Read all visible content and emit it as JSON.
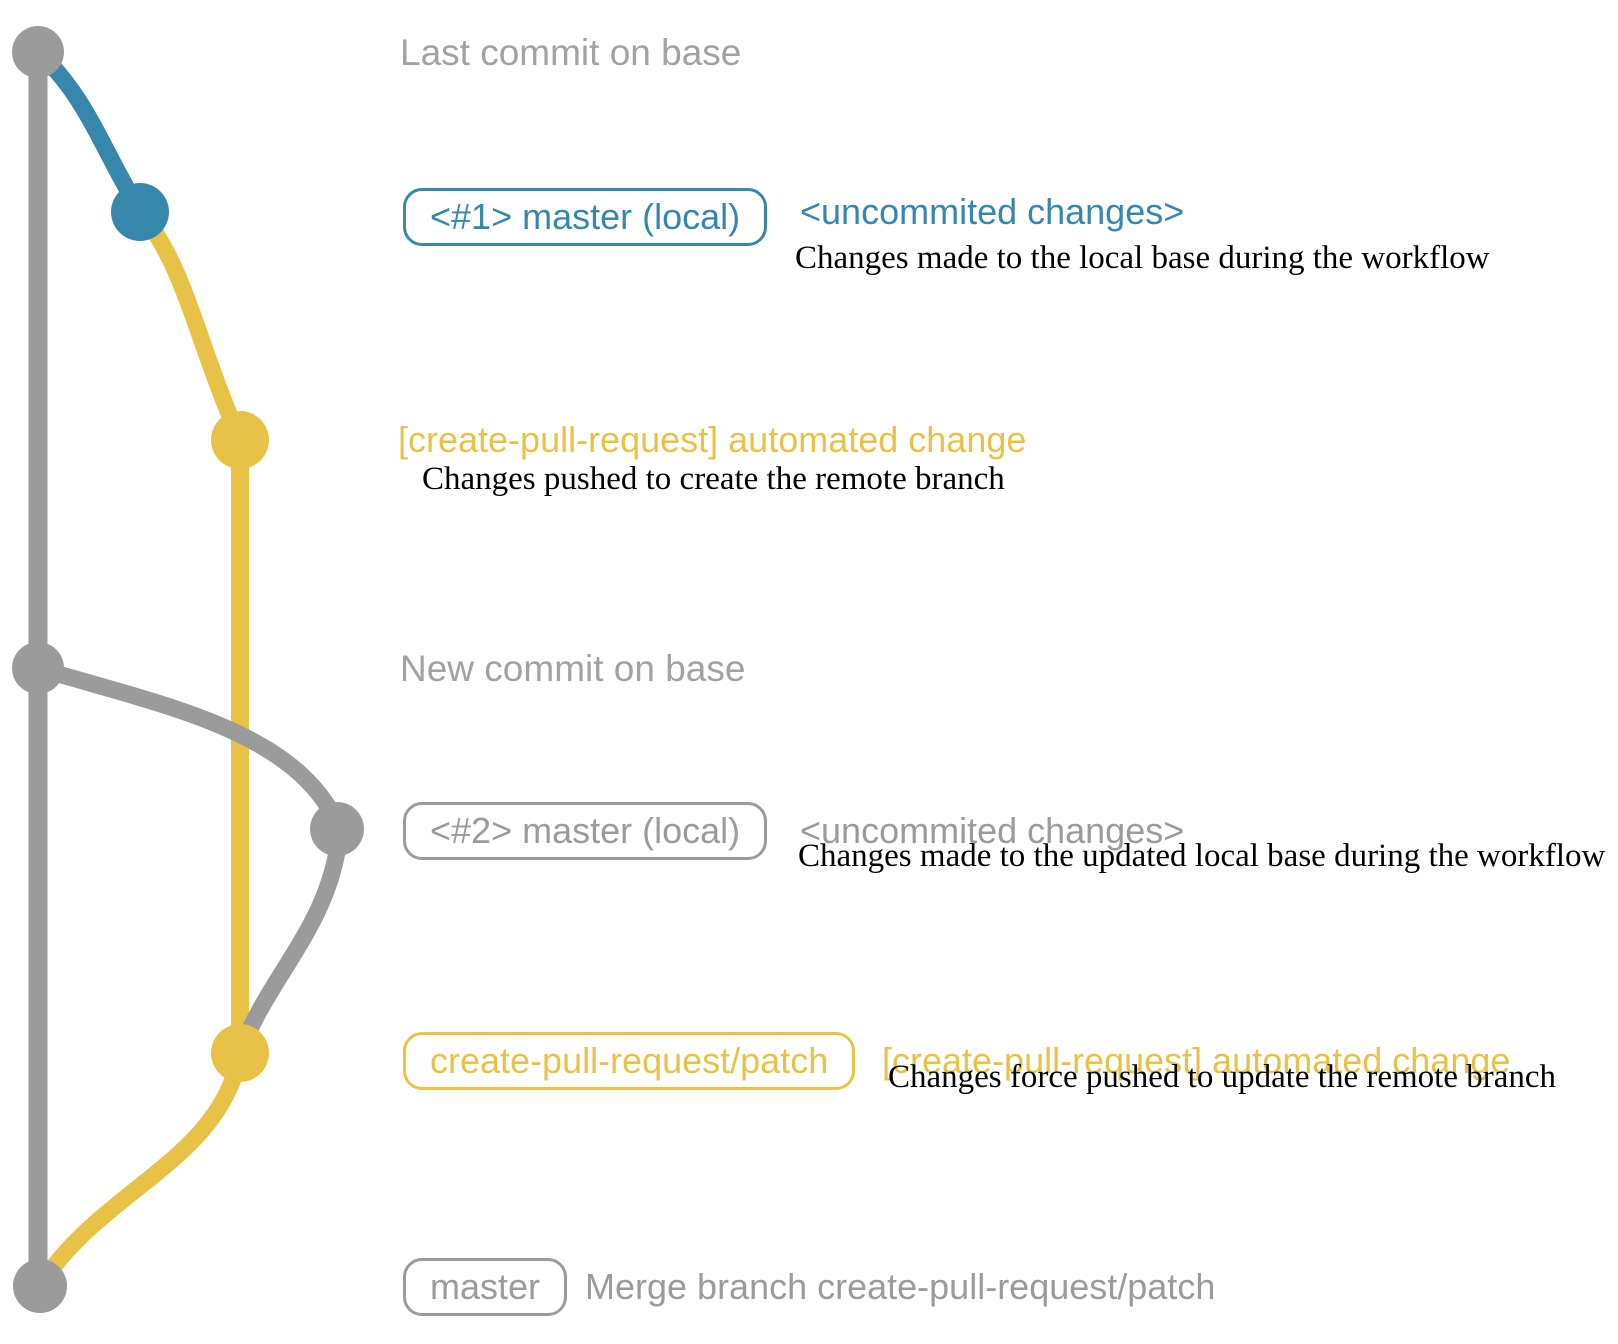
{
  "colors": {
    "branch_gray": "#9b9b9b",
    "branch_blue": "#3787ad",
    "branch_yellow": "#e8c247",
    "muted_text_gray": "#a2a2a2",
    "desc_text": "#000000"
  },
  "rows": {
    "last_commit": {
      "title": "Last commit on base"
    },
    "commit1": {
      "badge": "<#1> master (local)",
      "note": "<uncommited changes>",
      "desc": "Changes made to the local base during the workflow"
    },
    "push1": {
      "title": "[create-pull-request] automated change",
      "desc": "Changes pushed to create the remote branch"
    },
    "new_commit": {
      "title": "New commit on base"
    },
    "commit2": {
      "badge": "<#2> master (local)",
      "note": "<uncommited changes>",
      "desc": "Changes made to the updated local base during the workflow"
    },
    "push2": {
      "badge": "create-pull-request/patch",
      "note": "[create-pull-request] automated change",
      "desc": "Changes force pushed to update the remote branch"
    },
    "merge": {
      "badge": "master",
      "note": "Merge branch create-pull-request/patch"
    }
  }
}
